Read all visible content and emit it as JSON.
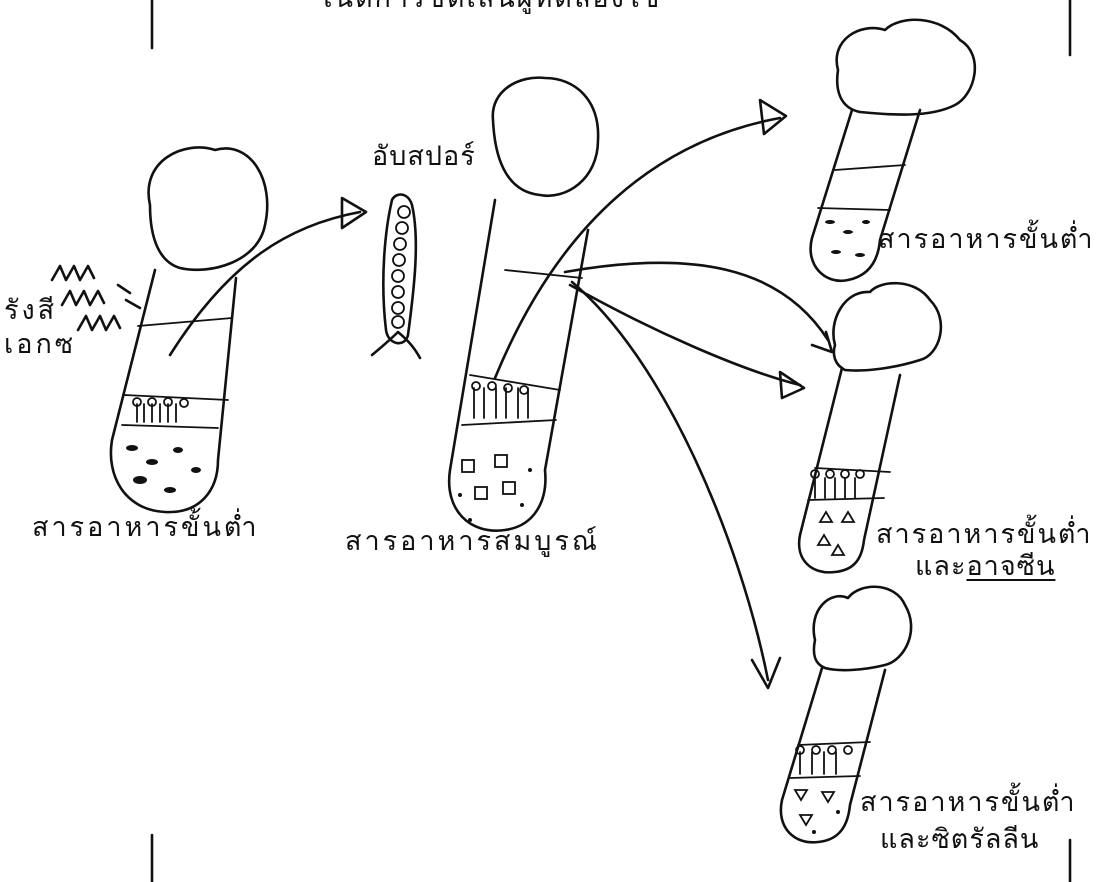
{
  "top_caption": "โน้ตการขีดเส้นผู้ทดลองใช้",
  "bottom_caption": "",
  "labels": {
    "xray": [
      "รังสี",
      "เอกซ"
    ],
    "sporangium": "อับสปอร์",
    "minimal_medium_left": "สารอาหารขั้นต่ำ",
    "complete_medium": "สารอาหารสมบูรณ์",
    "minimal_medium_right": "สารอาหารขั้นต่ำ",
    "minimal_plus_arginine": {
      "line1": "สารอาหารขั้นต่ำ",
      "and": "และ",
      "nutrient": "อาจซีน"
    },
    "minimal_plus_citrulline": {
      "line1": "สารอาหารขั้นต่ำ",
      "and": "และ",
      "nutrient": "ซิตรัลลีน"
    }
  },
  "colors": {
    "ink": "#111111",
    "background": "#ffffff"
  }
}
